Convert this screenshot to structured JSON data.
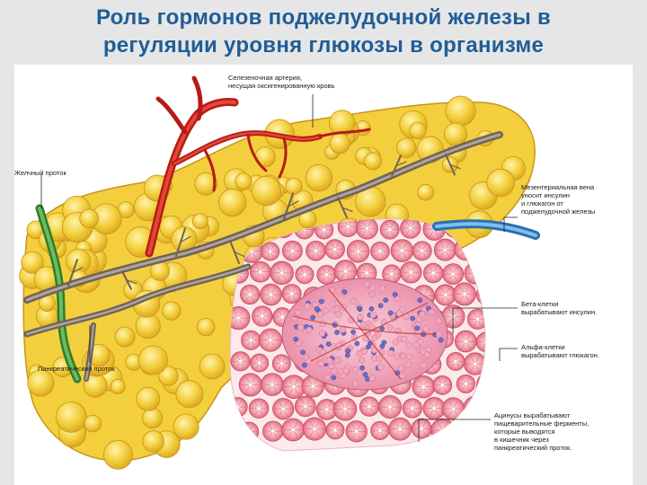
{
  "title": {
    "line1": "Роль гормонов поджелудочной железы в",
    "line2": "регуляции уровня глюкозы в организме"
  },
  "labels": {
    "splenic_artery": "Селезеночная артерия,\nнесущая оксигенированную кровь",
    "bile_duct": "Желчный проток",
    "mesenteric_vein": "Мезентериальная вена\nуносит инсулин\nи глюкагон от\nподжелудочной железы",
    "beta_cells": "Бета-клетки\nвырабатывают инсулин.",
    "alpha_cells": "Альфа-клетки\nвырабатывают глюкагон.",
    "pancreatic_duct": "Панкреатический проток",
    "acini": "Ацинусы вырабатывают\nпищеварительные ферменты,\nкоторые выводятся\nв кишечник через\nпанкреатический проток."
  },
  "colors": {
    "title": "#1f5d99",
    "gland": "#f3cf3e",
    "artery": "#d9261c",
    "vein": "#3b8fd6",
    "bile_duct": "#3e9a3a",
    "acinus": "#ef8f9d",
    "islet_beta": "#f2a7bd",
    "islet_alpha": "#6d6ec6",
    "duct": "#8a7d72"
  }
}
